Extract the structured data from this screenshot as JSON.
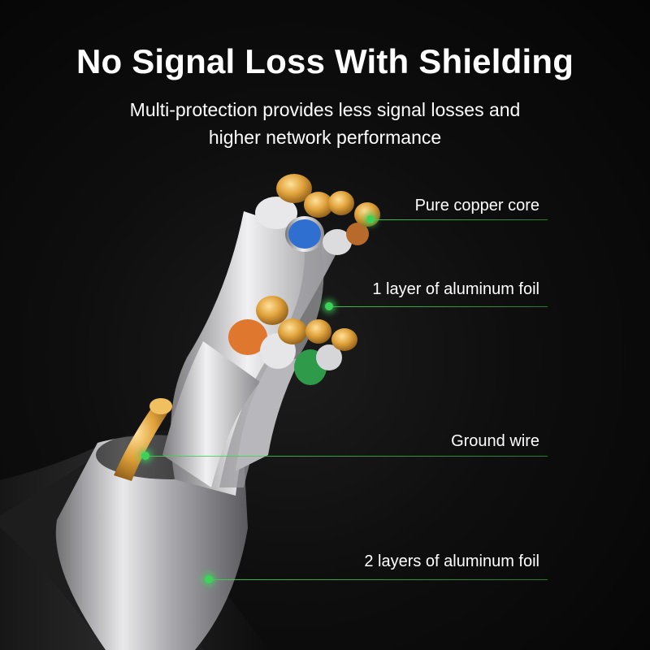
{
  "heading": {
    "title": "No Signal Loss With Shielding",
    "subtitle_line1": "Multi-protection provides less signal losses and",
    "subtitle_line2": "higher network performance"
  },
  "callouts": [
    {
      "label": "Pure copper core"
    },
    {
      "label": "1 layer of aluminum foil"
    },
    {
      "label": "Ground wire"
    },
    {
      "label": "2 layers of aluminum foil"
    }
  ],
  "colors": {
    "background": "#0b0b0b",
    "text": "#ffffff",
    "callout_green": "#3fd25a",
    "copper": "#d99a3a",
    "foil": "#c9c9cc",
    "insulation_blue": "#2f6fd0",
    "insulation_orange": "#e0772e",
    "insulation_green": "#2e9a4a"
  },
  "icons": [
    "cable-cross-section-image"
  ]
}
